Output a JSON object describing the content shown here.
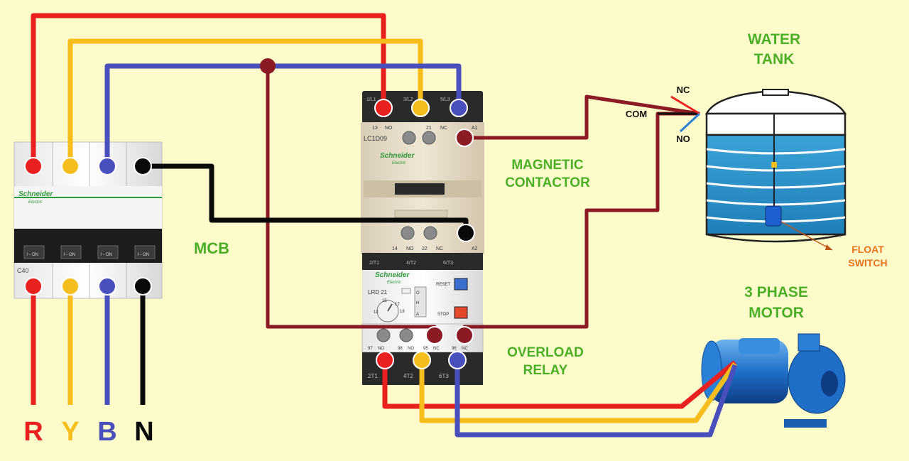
{
  "labels": {
    "mcb": "MCB",
    "contactor_line1": "MAGNETIC",
    "contactor_line2": "CONTACTOR",
    "overload_line1": "OVERLOAD",
    "overload_line2": "RELAY",
    "tank_line1": "WATER",
    "tank_line2": "TANK",
    "float_line1": "FLOAT",
    "float_line2": "SWITCH",
    "motor_line1": "3 PHASE",
    "motor_line2": "MOTOR",
    "nc": "NC",
    "com": "COM",
    "no": "NO"
  },
  "phases": {
    "r": "R",
    "y": "Y",
    "b": "B",
    "n": "N"
  },
  "mcb_device": {
    "brand": "Schneider",
    "brand_sub": "Electric",
    "rating": "C40",
    "switch_label": "I - ON"
  },
  "contactor_device": {
    "brand": "Schneider",
    "brand_sub": "Electric",
    "model": "LC1D09",
    "top_terminals": [
      "1/L1",
      "3/L2",
      "5/L3"
    ],
    "aux_top": [
      "13",
      "NO",
      "21",
      "NC",
      "A1"
    ],
    "aux_bottom": [
      "14",
      "NO",
      "22",
      "NC",
      "A2"
    ],
    "bottom_terminals": [
      "2/T1",
      "4/T2",
      "6/T3"
    ]
  },
  "overload_device": {
    "brand": "Schneider",
    "brand_sub": "Electric",
    "model": "LRD 21",
    "reset": "RESET",
    "stop": "STOP",
    "dial": [
      "12",
      "15",
      "17",
      "18"
    ],
    "mode": [
      "O",
      "H",
      "A"
    ],
    "aux": [
      "97",
      "NO",
      "98",
      "NO",
      "95",
      "NC",
      "96",
      "NC"
    ],
    "out_terminals": [
      "2T1",
      "4T2",
      "6T3"
    ]
  },
  "colors": {
    "r": "#e82020",
    "y": "#f6be1c",
    "b": "#4a4fbe",
    "n": "#0a0a0a",
    "control": "#8b1a24",
    "label_green": "#4caf2a",
    "label_orange": "#e8731f",
    "background": "#fdfbc9",
    "water": "#2e8ec4"
  }
}
